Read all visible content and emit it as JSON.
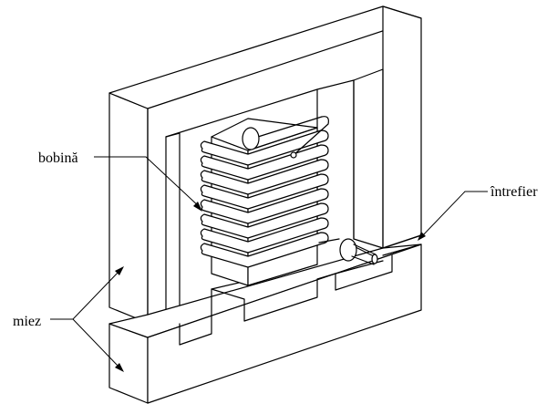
{
  "labels": {
    "coil": "bobină",
    "core": "miez",
    "air_gap": "întrefier"
  }
}
